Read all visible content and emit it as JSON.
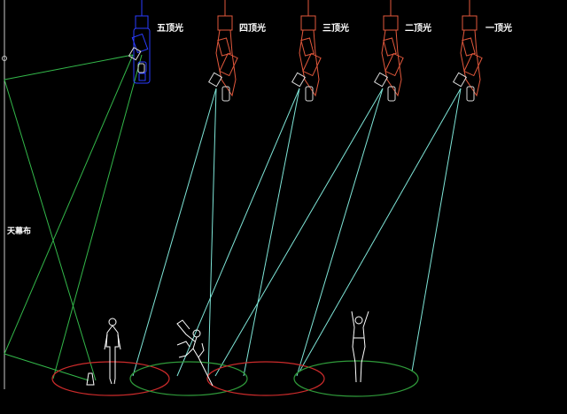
{
  "labels": {
    "light5": "五顶光",
    "light4": "四顶光",
    "light3": "三顶光",
    "light2": "二顶光",
    "light1": "一顶光",
    "curtain": "天幕布"
  },
  "colors": {
    "background": "#000000",
    "active_fixture": "#2a3cff",
    "fixture": "#e2583c",
    "curtain_beam": "#33b84a",
    "spot_beam": "#7fe6d8",
    "floor_red": "#cc2b2b",
    "floor_green": "#2f9a3a",
    "figures": "#ffffff",
    "curtain_line": "#c8c8c8"
  }
}
